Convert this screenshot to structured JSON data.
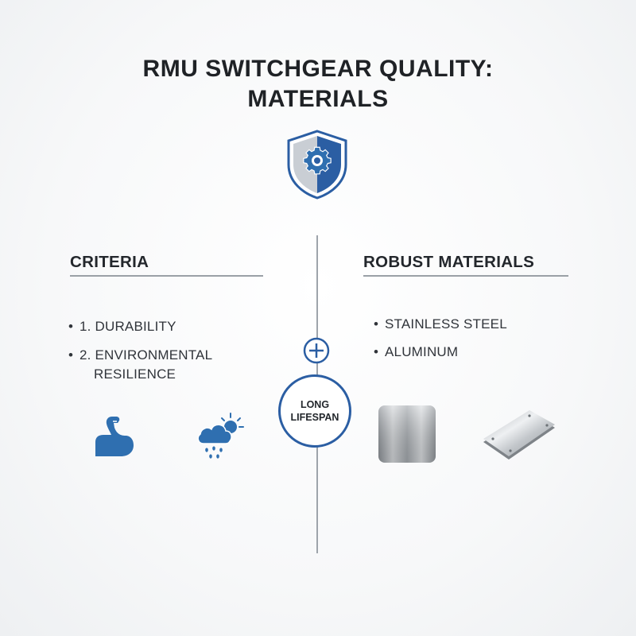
{
  "title": {
    "line1": "RMU SWITCHGEAR QUALITY:",
    "line2": "MATERIALS"
  },
  "center": {
    "label_line1": "LONG",
    "label_line2": "LIFESPAN"
  },
  "criteria": {
    "heading": "CRITERIA",
    "items": [
      "1. DURABILITY",
      "2. ENVIRONMENTAL",
      "RESILIENCE"
    ]
  },
  "materials": {
    "heading": "ROBUST MATERIALS",
    "items": [
      "STAINLESS STEEL",
      "ALUMINUM"
    ]
  },
  "icons": [
    "shield-gear-icon",
    "plus-circle-icon",
    "flexed-arm-icon",
    "weather-cloud-sun-rain-icon",
    "steel-plate-icon",
    "aluminum-plate-icon"
  ],
  "colors": {
    "accent": "#2b5ea3",
    "icon_blue": "#2f6fb0",
    "text": "#23272c",
    "divider": "#9ea4ab"
  }
}
